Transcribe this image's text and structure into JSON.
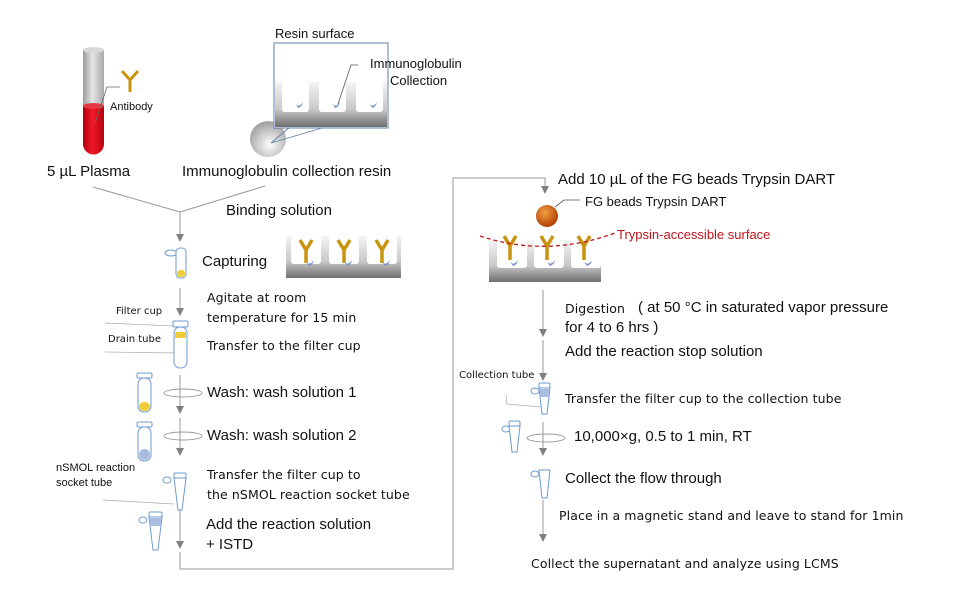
{
  "colors": {
    "arrow": "#808080",
    "blood": "#e0101c",
    "antibody": "#c8930f",
    "resin_box_border": "#5f7fa8",
    "ig_collection": "#7d98cc",
    "bead": "#c8500a",
    "trypsin_surface": "#c0141c",
    "tube_outline": "#6e9bd0",
    "liquid_yellow": "#f0cc3a"
  },
  "top": {
    "plasma_label": "5 µL Plasma",
    "antibody_label": "Antibody",
    "resin_surface_title": "Resin surface",
    "ig_collection_label_line1": "Immunoglobulin",
    "ig_collection_label_line2": "Collection",
    "resin_label": "Immunoglobulin collection resin",
    "binding_label": "Binding solution"
  },
  "left_steps": {
    "capturing": "Capturing",
    "agitate_line1": "Agitate at room",
    "agitate_line2": "temperature for 15 min",
    "filter_cup_label": "Filter cup",
    "drain_tube_label": "Drain tube",
    "transfer_filter": "Transfer to the filter cup",
    "wash1": "Wash: wash solution 1",
    "wash2": "Wash: wash solution 2",
    "nsmol_label_line1": "nSMOL reaction",
    "nsmol_label_line2": "socket tube",
    "transfer_nsmol_line1": "Transfer the filter cup to",
    "transfer_nsmol_line2": "the nSMOL reaction socket tube",
    "add_reaction_line1": "Add the reaction solution",
    "add_reaction_line2": "+ ISTD"
  },
  "right_steps": {
    "add_beads": "Add 10 µL of the FG beads Trypsin DART",
    "beads_label": "FG beads Trypsin DART",
    "trypsin_surface_label": "Trypsin-accessible surface",
    "digestion_prefix": "Digestion",
    "digestion_line1": "( at 50 °C in saturated vapor pressure",
    "digestion_line2": "for 4 to 6  hrs )",
    "add_stop": "Add the reaction stop solution",
    "collection_tube_label": "Collection tube",
    "transfer_collection": "Transfer the filter cup to the collection tube",
    "centrifuge": "10,000×g, 0.5 to 1 min, RT",
    "collect_flow": "Collect the flow through",
    "magnetic": "Place in a magnetic stand and leave to stand for 1min",
    "final": "Collect the supernatant and analyze using LCMS"
  }
}
